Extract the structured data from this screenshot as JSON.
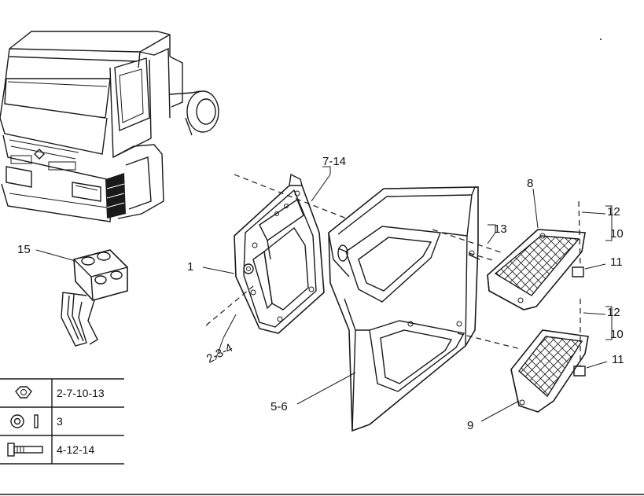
{
  "labels": {
    "p1": "1",
    "p2_3_4": "2-3-4",
    "p5_6": "5-6",
    "p7_14": "7-14",
    "p8": "8",
    "p9": "9",
    "p10a": "10",
    "p10b": "10",
    "p11a": "11",
    "p11b": "11",
    "p12a": "12",
    "p12b": "12",
    "p13": "13",
    "p15": "15"
  },
  "legend": {
    "rows": [
      {
        "icon": "nut-icon",
        "refs": "2-7-10-13"
      },
      {
        "icon": "washer-icon",
        "refs": "3"
      },
      {
        "icon": "bolt-icon",
        "refs": "4-12-14"
      }
    ]
  }
}
